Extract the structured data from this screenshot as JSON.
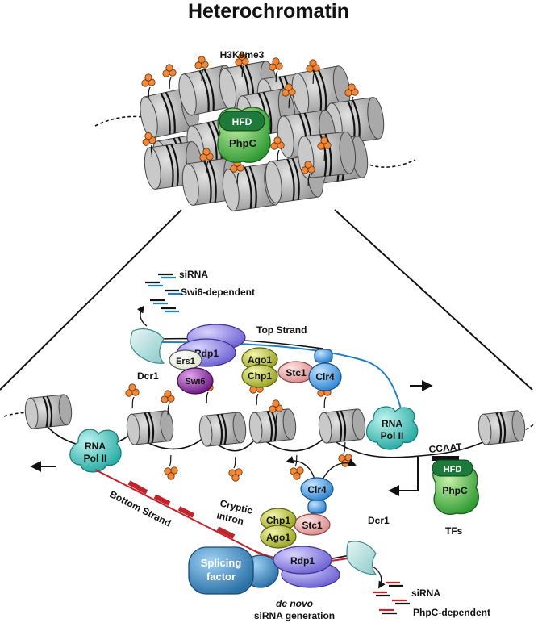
{
  "title": "Heterochromatin",
  "labels": {
    "h3k9me3": "H3K9me3",
    "hfd": "HFD",
    "phpc": "PhpC",
    "sirna": "siRNA",
    "swi6_dependent": "Swi6-dependent",
    "dcr1": "Dcr1",
    "top_strand": "Top Strand",
    "ers1": "Ers1",
    "rdp1": "Rdp1",
    "ago1": "Ago1",
    "swi6": "Swi6",
    "chp1": "Chp1",
    "stc1": "Stc1",
    "clr4": "Clr4",
    "rna": "RNA",
    "pol_ii": "Pol II",
    "ccaat": "CCAAT",
    "tfs": "TFs",
    "bottom_strand": "Bottom Strand",
    "cryptic": "Cryptic",
    "intron": "intron",
    "splicing": "Splicing",
    "factor": "factor",
    "de_novo": "de novo",
    "sirna_generation": "siRNA generation",
    "phpc_dependent": "PhpC-dependent"
  },
  "colors": {
    "nucleosome": "#b8b8b8",
    "methyl_mark": "#f08a3a",
    "phpc_green": "#5cc24a",
    "hfd_dark": "#1e7a3a",
    "rdp1_purple": "#8f86e0",
    "ago_chp_olive": "#b9c23a",
    "stc1_pink": "#eba7a7",
    "clr4_blue": "#4ea3e8",
    "swi6_purple": "#8a2a9e",
    "rna_pol_teal": "#3fc7bf",
    "dcr1_teal": "#a8dada",
    "splicing_blue": "#3a83b8",
    "top_strand_blue": "#1f80c4",
    "bottom_strand_red": "#c0252c"
  }
}
